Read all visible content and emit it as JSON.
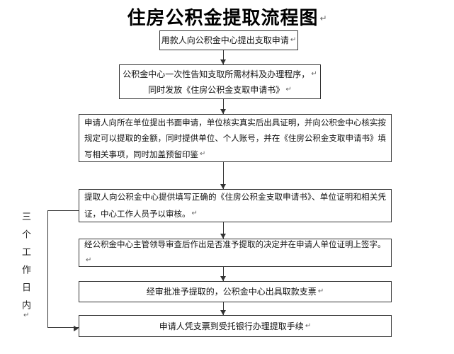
{
  "page": {
    "title": "住房公积金提取流程图",
    "return_mark": "↵"
  },
  "flowchart": {
    "steps": [
      {
        "label": "用款人向公积金中心提出支取申请"
      },
      {
        "lines": [
          "公积金中心一次性告知支取所需材料及办理程序，",
          "同时发放《住房公积金支取申请书》"
        ]
      },
      {
        "label": "申请人向所在单位提出书面申请，单位核实真实后出具证明，并向公积金中心核实按规定可以提取的金额，同时提供单位、个人账号，并在《住房公积金支取申请书》填写相关事项，同时加盖预留印鉴"
      },
      {
        "label": "提取人向公积金中心提供填写正确的《住房公积金支取申请书》、单位证明和相关凭证，中心工作人员予以审核。"
      },
      {
        "label": "经公积金中心主管领导审查后作出是否准予提取的决定并在申请人单位证明上签字。"
      },
      {
        "label": "经审批准予提取的，公积金中心出具取款支票"
      },
      {
        "label": "申请人凭支票到受托银行办理提取手续"
      }
    ],
    "side_label": "三个工作日内"
  },
  "colors": {
    "line": "#333333",
    "text": "#111111",
    "background": "#ffffff",
    "mark": "#666666"
  }
}
